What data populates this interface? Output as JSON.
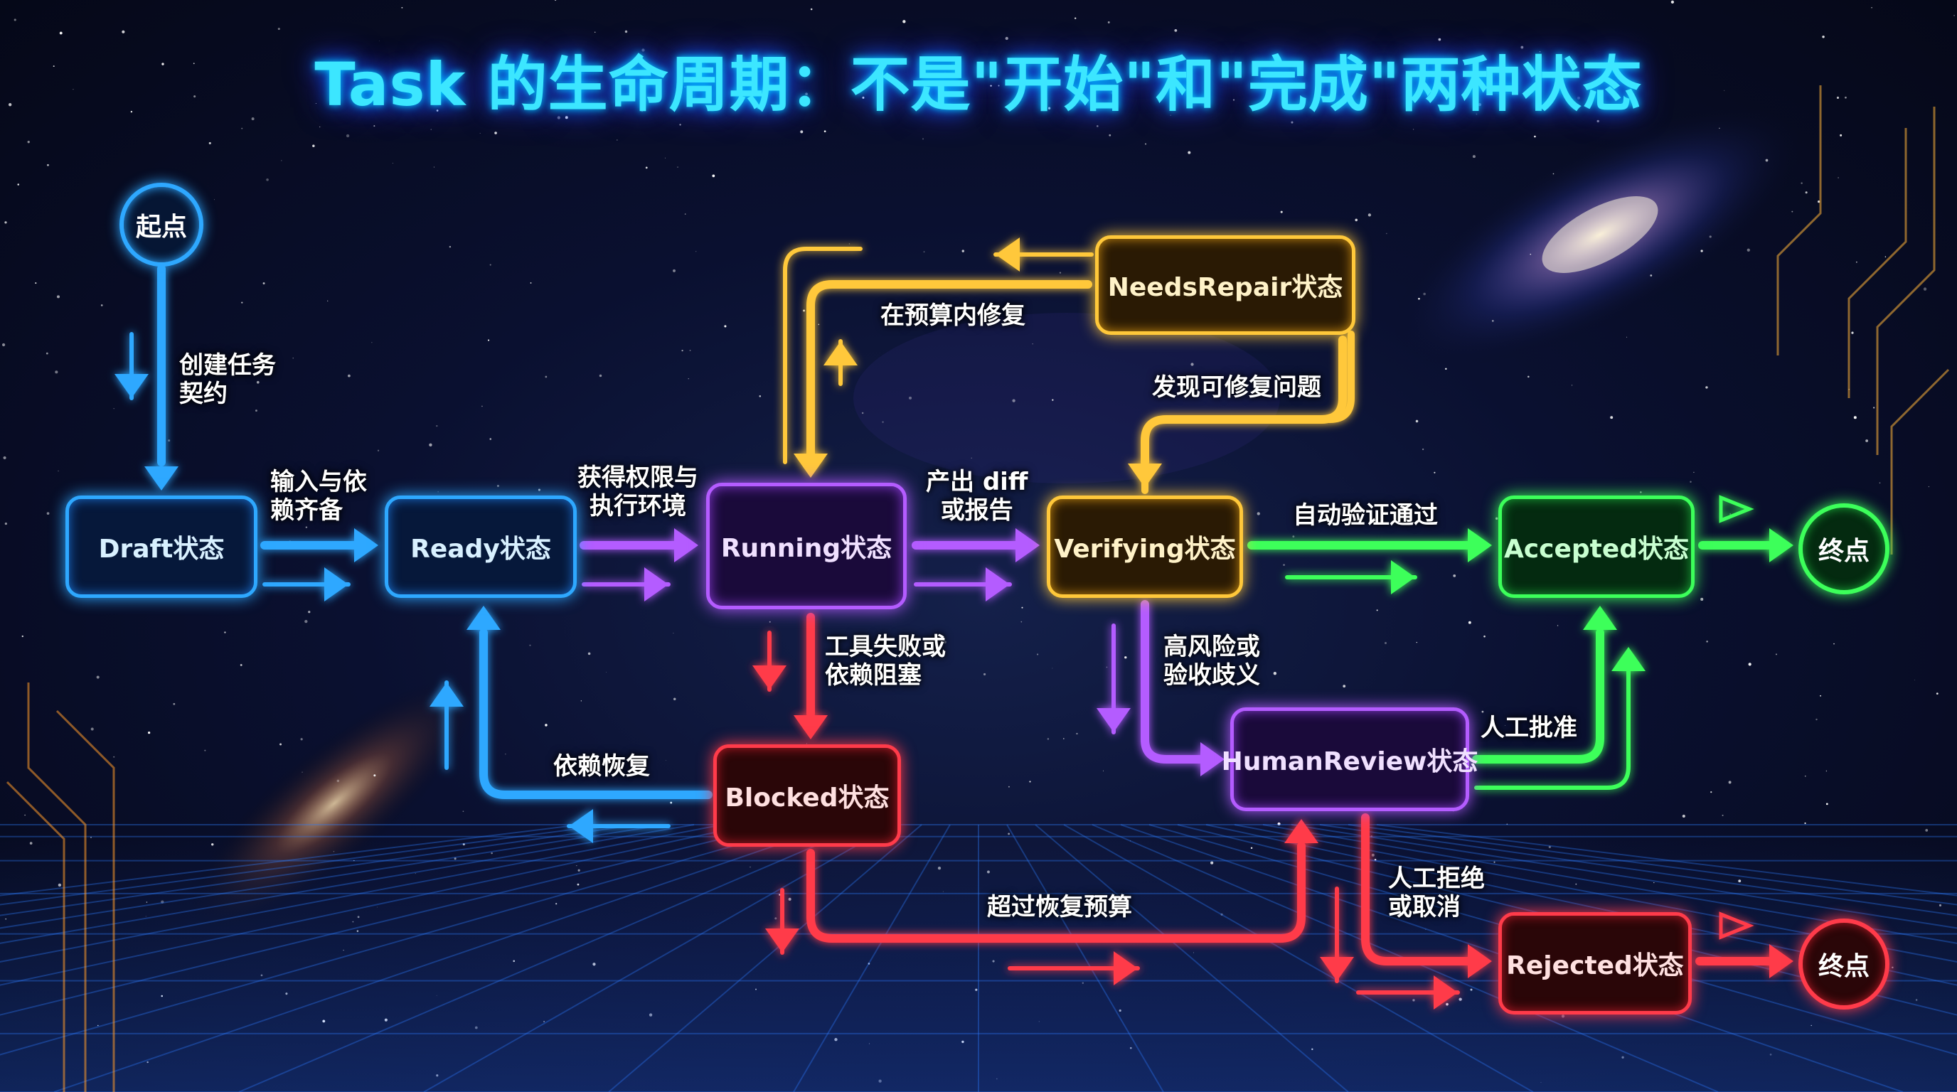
{
  "title": "Task 的生命周期：不是\"开始\"和\"完成\"两种状态",
  "nodes": {
    "start": "起点",
    "draft": "Draft状态",
    "ready": "Ready状态",
    "running": "Running状态",
    "verifying": "Verifying状态",
    "accepted": "Accepted状态",
    "end_accepted": "终点",
    "needs_repair": "NeedsRepair状态",
    "blocked": "Blocked状态",
    "human_review": "HumanReview状态",
    "rejected": "Rejected状态",
    "end_rejected": "终点"
  },
  "edges": {
    "create_contract": [
      "创建任务",
      "契约"
    ],
    "inputs_ready": [
      "输入与依",
      "赖齐备"
    ],
    "get_permissions": [
      "获得权限与",
      "执行环境"
    ],
    "produce_diff": [
      "产出 diff",
      "或报告"
    ],
    "auto_verify": "自动验证通过",
    "found_fixable": "发现可修复问题",
    "repair_in_budget": "在预算内修复",
    "tool_fail": [
      "工具失败或",
      "依赖阻塞"
    ],
    "dependency_recovered": "依赖恢复",
    "high_risk": [
      "高风险或",
      "验收歧义"
    ],
    "exceed_budget": "超过恢复预算",
    "human_approve": "人工批准",
    "human_reject": [
      "人工拒绝",
      "或取消"
    ]
  },
  "colors": {
    "blue": "#2ea8ff",
    "purple": "#b45cff",
    "yellow": "#ffc83a",
    "green": "#3cff5a",
    "red": "#ff3b4a",
    "title": "#3ce6ff"
  }
}
